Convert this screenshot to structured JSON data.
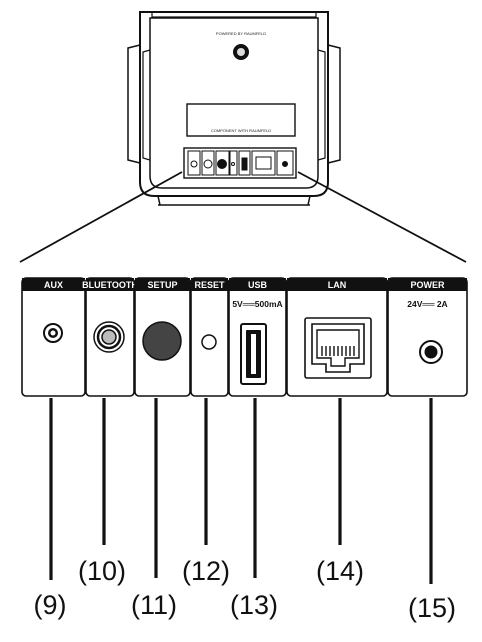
{
  "device": {
    "brand_text": "POWERED BY RAUMFELD",
    "label_plate_text": "COMPONENT WITH RAUMFELD"
  },
  "ports": [
    {
      "key": "aux",
      "label": "AUX",
      "spec": "",
      "callout": "(9)"
    },
    {
      "key": "bluetooth",
      "label": "BLUETOOTH",
      "spec": "",
      "callout": "(10)"
    },
    {
      "key": "setup",
      "label": "SETUP",
      "spec": "",
      "callout": "(11)"
    },
    {
      "key": "reset",
      "label": "RESET",
      "spec": "",
      "callout": "(12)"
    },
    {
      "key": "usb",
      "label": "USB",
      "spec": "5V══500mA",
      "callout": "(13)"
    },
    {
      "key": "lan",
      "label": "LAN",
      "spec": "",
      "callout": "(14)"
    },
    {
      "key": "power",
      "label": "POWER",
      "spec": "24V══ 2A",
      "callout": "(15)"
    }
  ],
  "colors": {
    "line": "#111111",
    "label_bg": "#111111",
    "label_text": "#ffffff",
    "panel_border": "#222222"
  }
}
